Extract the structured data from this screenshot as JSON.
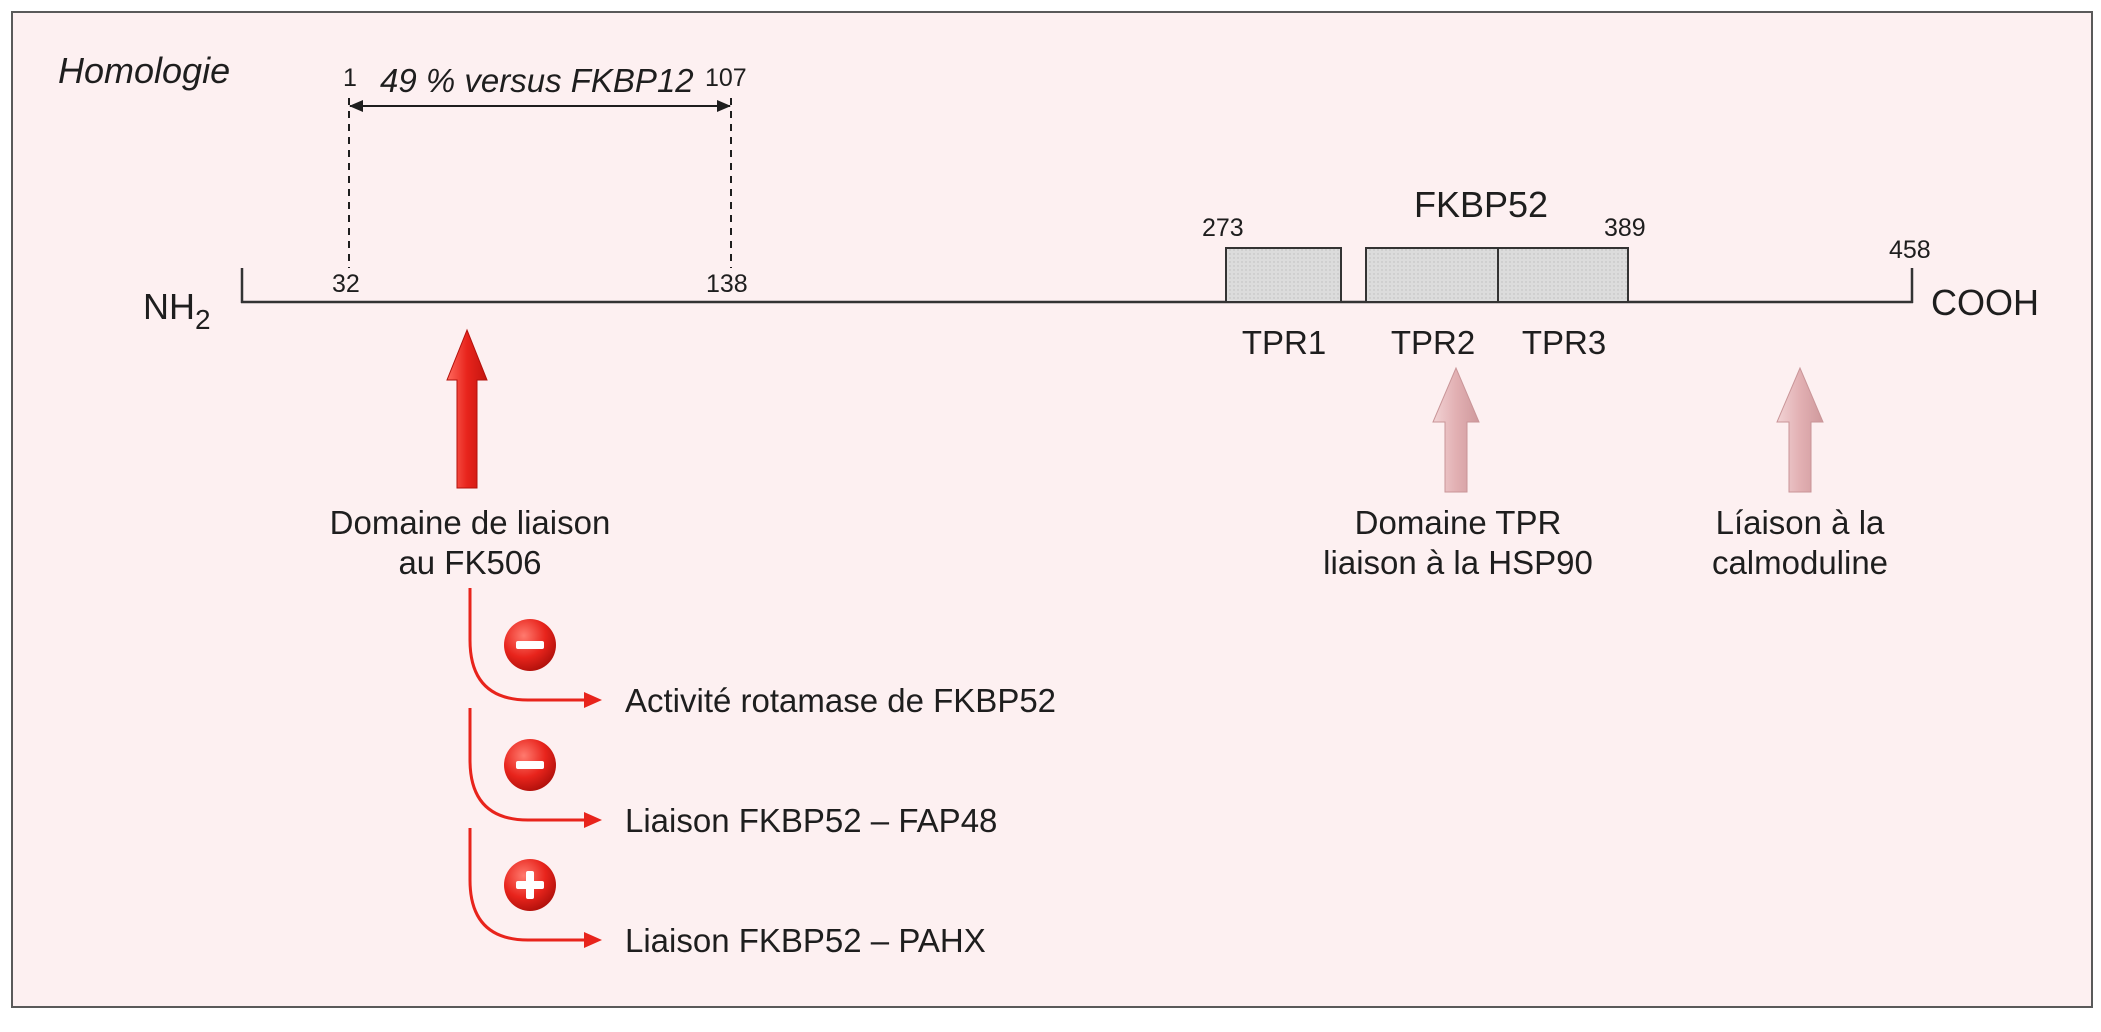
{
  "homology": {
    "label": "Homologie",
    "start": "1",
    "end": "107",
    "text": "49 % versus FKBP12"
  },
  "protein": {
    "name": "FKBP52",
    "n_terminus": "NH",
    "n_terminus_sub": "2",
    "c_terminus": "COOH",
    "positions": {
      "p32": "32",
      "p138": "138",
      "p273": "273",
      "p389": "389",
      "p458": "458"
    },
    "domains": [
      {
        "label": "TPR1"
      },
      {
        "label": "TPR2"
      },
      {
        "label": "TPR3"
      }
    ]
  },
  "annotations": {
    "fk506": {
      "line1": "Domaine de liaison",
      "line2": "au FK506"
    },
    "tpr": {
      "line1": "Domaine TPR",
      "line2": "liaison à la HSP90"
    },
    "calmodulin": {
      "line1": "Líaison à la",
      "line2": "calmoduline"
    }
  },
  "effects": [
    {
      "sign": "−",
      "label": "Activité rotamase de FKBP52"
    },
    {
      "sign": "−",
      "label": "Liaison FKBP52 – FAP48"
    },
    {
      "sign": "+",
      "label": "Liaison FKBP52 – PAHX"
    }
  ],
  "colors": {
    "background_panel": "#fdf0f1",
    "border": "#5a5a5a",
    "red_accent": "#e8241c",
    "pink_arrow": "#e4b5b8",
    "domain_fill": "#d9d9d9",
    "text": "#1e1e1e"
  }
}
